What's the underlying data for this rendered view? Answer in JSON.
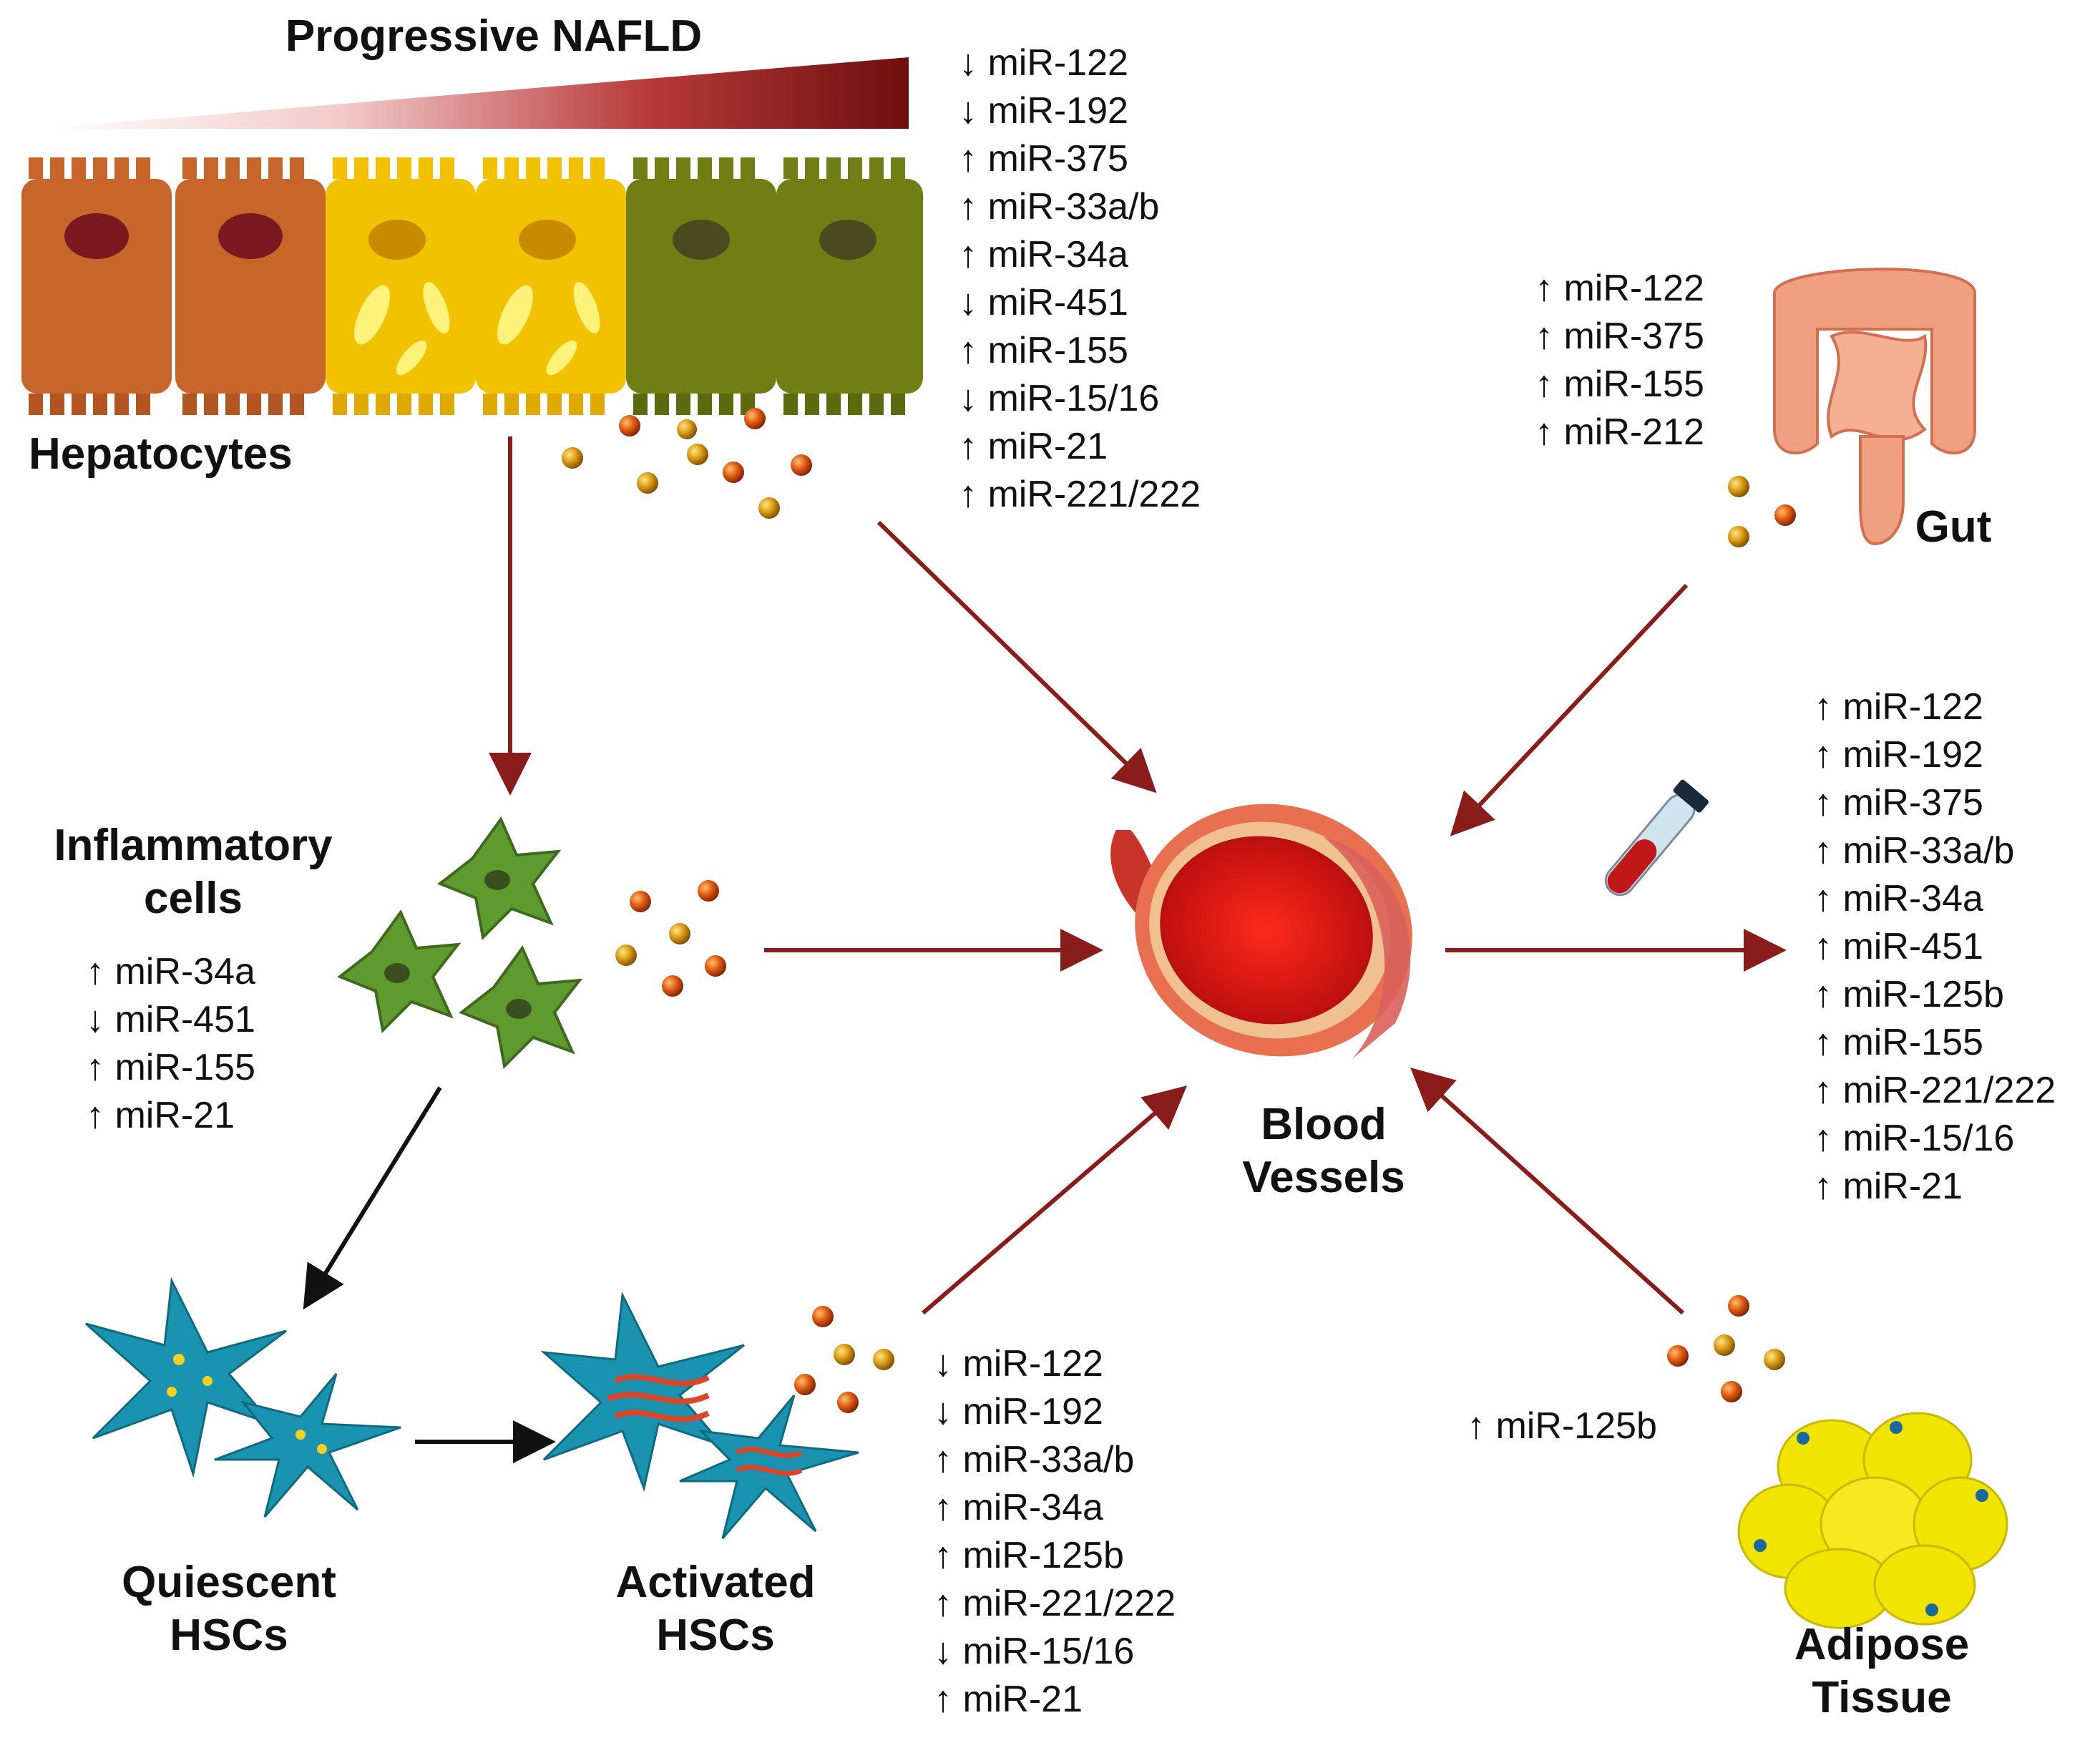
{
  "gradient_label": "Progressive NAFLD",
  "labels": {
    "hepatocytes": "Hepatocytes",
    "inflammatory": [
      "Inflammatory",
      "cells"
    ],
    "quiescent": [
      "Quiescent",
      "HSCs"
    ],
    "activated": [
      "Activated",
      "HSCs"
    ],
    "blood": [
      "Blood",
      "Vessels"
    ],
    "gut": "Gut",
    "adipose": [
      "Adipose",
      "Tissue"
    ]
  },
  "mirna_lists": {
    "hepatocytes": [
      "↓ miR-122",
      "↓ miR-192",
      "↑ miR-375",
      "↑ miR-33a/b",
      "↑ miR-34a",
      "↓ miR-451",
      "↑ miR-155",
      "↓ miR-15/16",
      "↑ miR-21",
      "↑ miR-221/222"
    ],
    "gut": [
      "↑ miR-122",
      "↑ miR-375",
      "↑ miR-155",
      "↑ miR-212"
    ],
    "blood": [
      "↑ miR-122",
      "↑ miR-192",
      "↑ miR-375",
      "↑ miR-33a/b",
      "↑ miR-34a",
      "↑ miR-451",
      "↑ miR-125b",
      "↑ miR-155",
      "↑ miR-221/222",
      "↑ miR-15/16",
      "↑ miR-21"
    ],
    "inflammatory": [
      "↑ miR-34a",
      "↓ miR-451",
      "↑ miR-155",
      "↑ miR-21"
    ],
    "activated": [
      "↓ miR-122",
      "↓ miR-192",
      "↑ miR-33a/b",
      "↑ miR-34a",
      "↑ miR-125b",
      "↑ miR-221/222",
      "↓ miR-15/16",
      "↑ miR-21"
    ],
    "adipose": [
      "↑ miR-125b"
    ]
  },
  "colors": {
    "arrow": "#8b1c1c",
    "arrow_black": "#111111",
    "gradient_start": "#ffffff",
    "gradient_end": "#7a1010",
    "hepatocyte_normal": "#c8652a",
    "hepatocyte_fatty": "#f2c200",
    "hepatocyte_fibrotic": "#6f7f14",
    "inflammatory": "#5f9a2e",
    "hsc": "#1a93b0",
    "vessel": "#d9302a",
    "gut": "#f0a080",
    "adipose": "#f0e400"
  }
}
